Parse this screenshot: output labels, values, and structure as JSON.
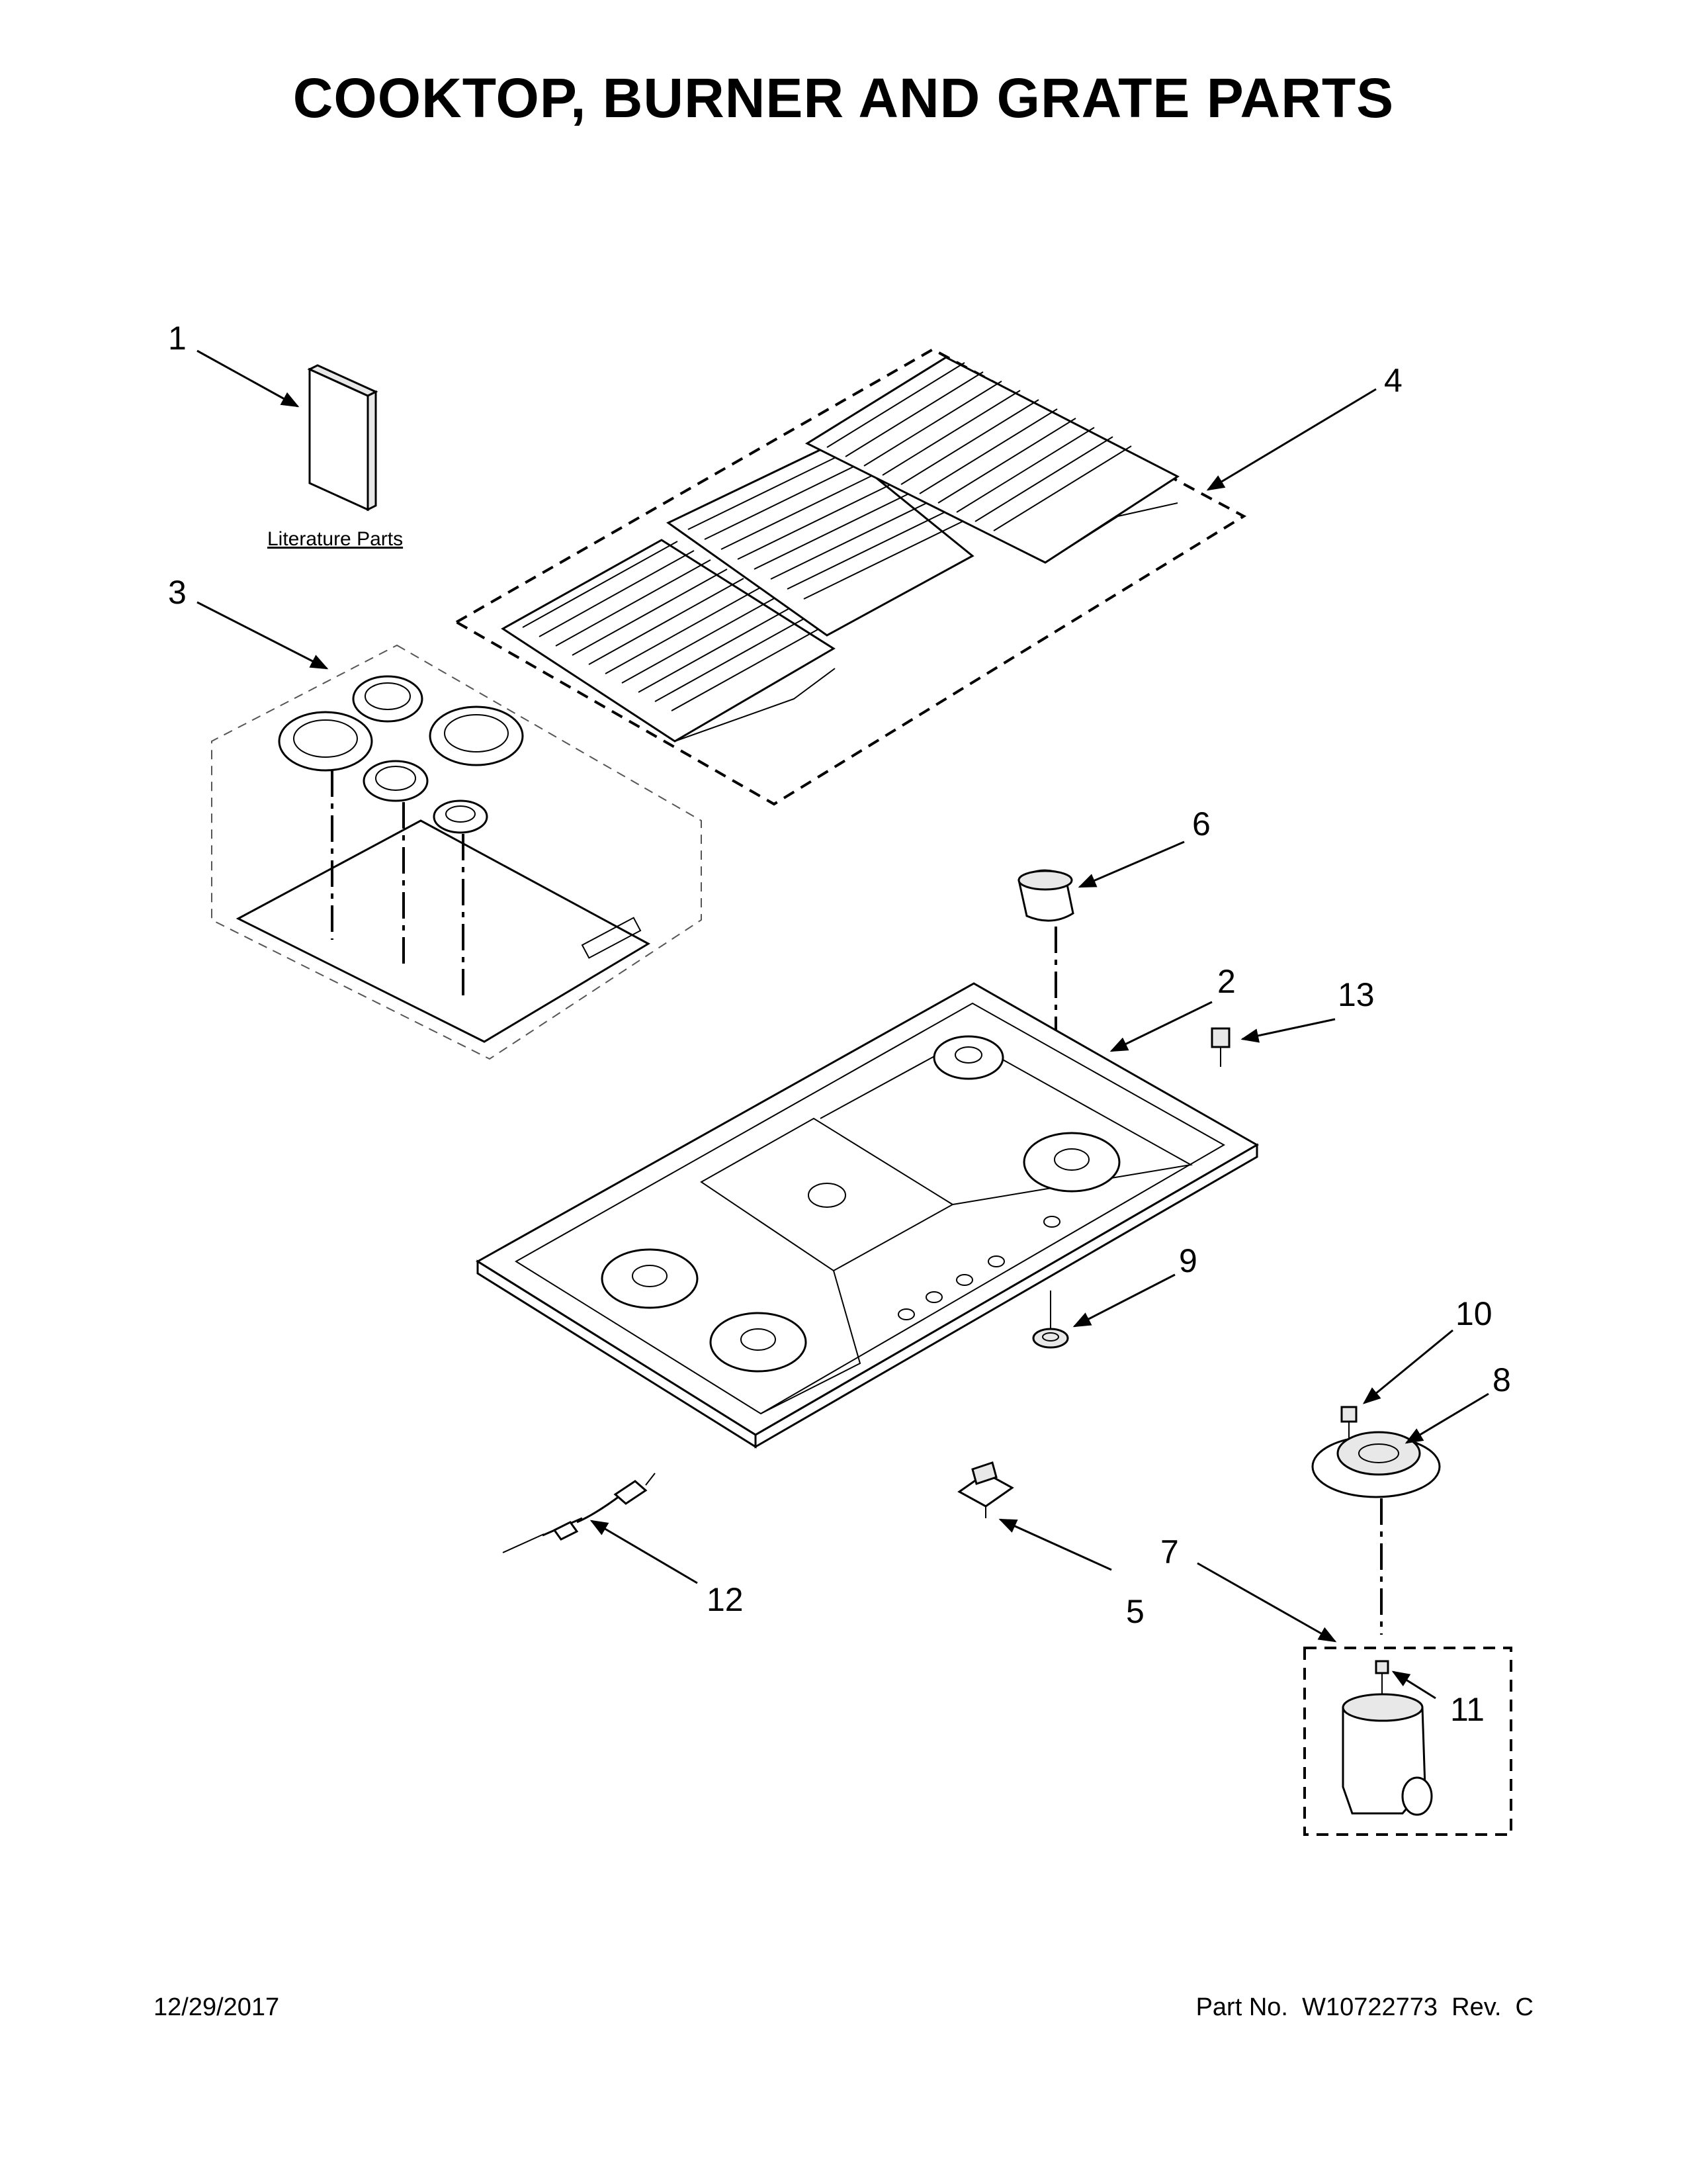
{
  "title": "COOKTOP, BURNER AND GRATE PARTS",
  "literature_label": "Literature Parts",
  "callouts": {
    "c1": "1",
    "c2": "2",
    "c3": "3",
    "c4": "4",
    "c5": "5",
    "c6": "6",
    "c7": "7",
    "c8": "8",
    "c9": "9",
    "c10": "10",
    "c11": "11",
    "c12": "12",
    "c13": "13"
  },
  "footer": {
    "date": "12/29/2017",
    "part_number": "Part No.  W10722773  Rev.  C"
  }
}
